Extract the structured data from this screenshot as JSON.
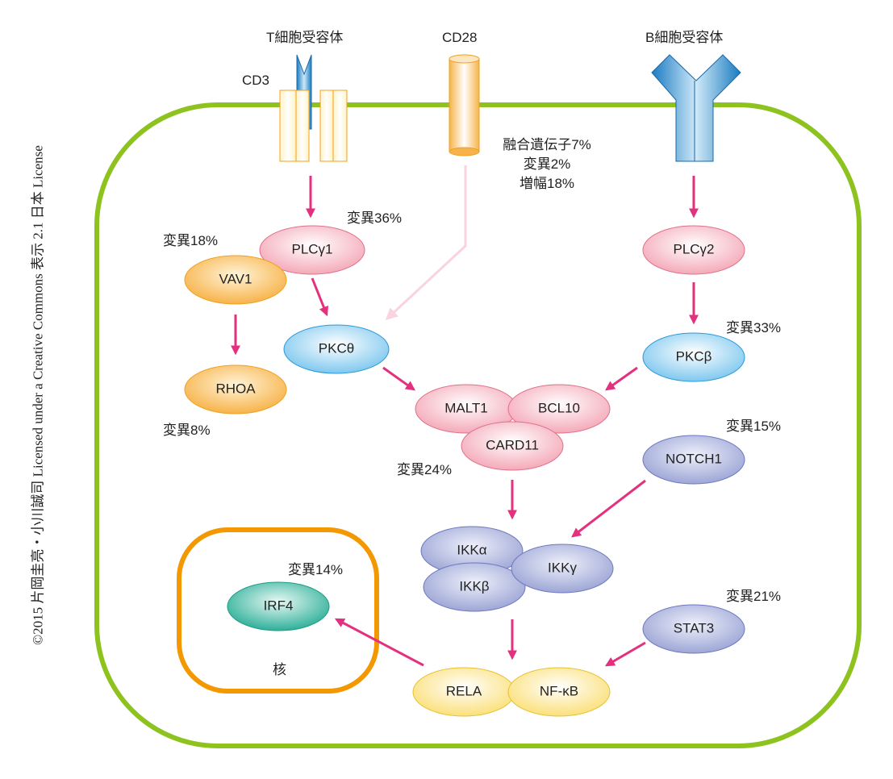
{
  "credit": "©2015 片岡圭亮・小川誠司 Licensed under a Creative Commons 表示 2.1 日本 License",
  "colors": {
    "membrane": "#8dc21f",
    "nucleus": "#f39800",
    "arrow": "#e4317f",
    "arrow_light": "#f9d3e0",
    "receptor_blue": "#1a7cc1"
  },
  "receptors": {
    "tcr": "T細胞受容体",
    "cd3": "CD3",
    "cd28": "CD28",
    "bcr": "B細胞受容体"
  },
  "cd28_alterations": [
    "融合遺伝子7%",
    "変異2%",
    "増幅18%"
  ],
  "nodes": {
    "plcg1": "PLCγ1",
    "vav1": "VAV1",
    "pkct": "PKCθ",
    "rhoa": "RHOA",
    "malt1": "MALT1",
    "bcl10": "BCL10",
    "card11": "CARD11",
    "plcg2": "PLCγ2",
    "pkcb": "PKCβ",
    "notch1": "NOTCH1",
    "ikka": "IKKα",
    "ikkb": "IKKβ",
    "ikkg": "IKKγ",
    "stat3": "STAT3",
    "rela": "RELA",
    "nfkb": "NF-κB",
    "irf4": "IRF4"
  },
  "mutations": {
    "plcg1": "変異36%",
    "vav1": "変異18%",
    "rhoa": "変異8%",
    "card11": "変異24%",
    "pkcb": "変異33%",
    "notch1": "変異15%",
    "irf4": "変異14%",
    "stat3": "変異21%"
  },
  "nucleus_label": "核"
}
